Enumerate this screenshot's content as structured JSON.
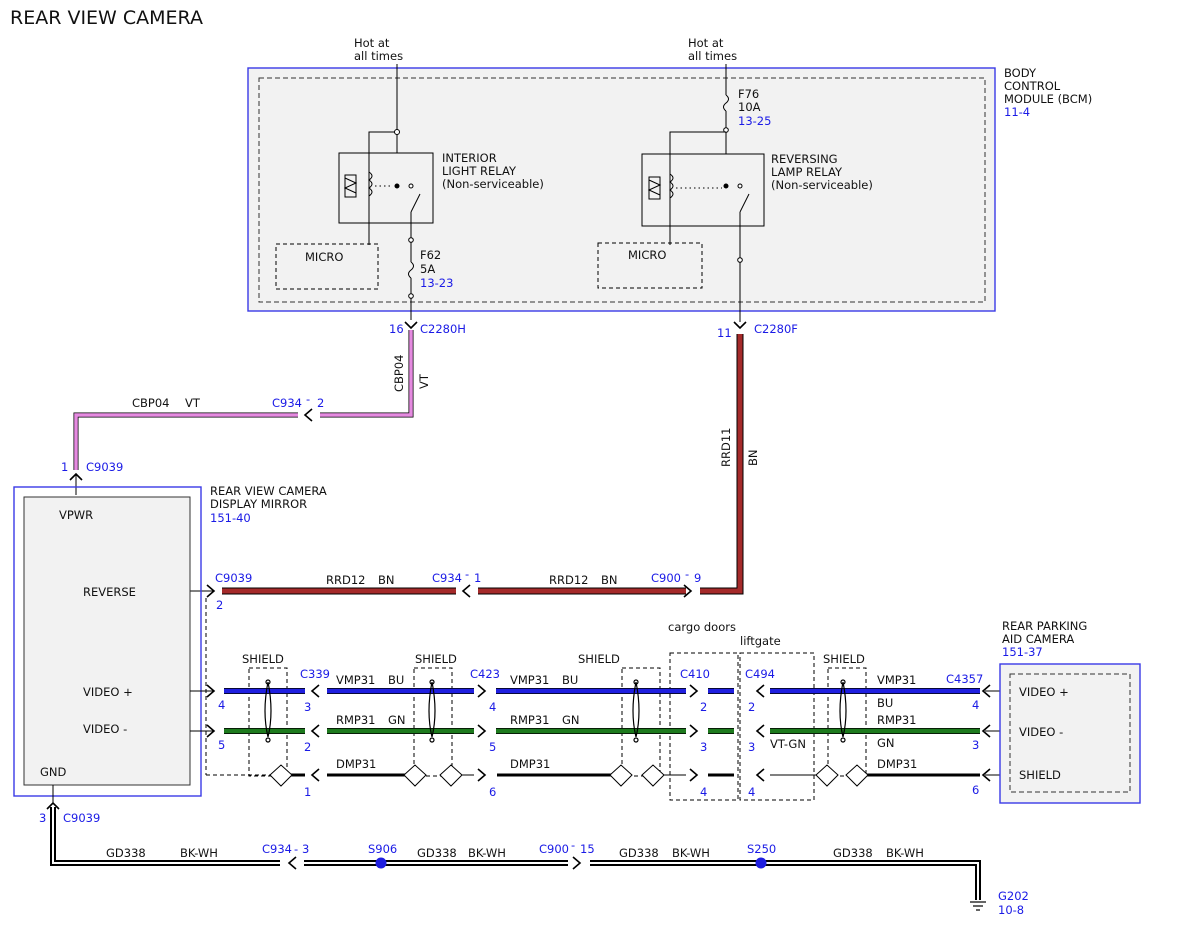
{
  "title": "REAR VIEW CAMERA",
  "hot_label": [
    "Hot at",
    "all times"
  ],
  "bcm": {
    "label": [
      "BODY",
      "CONTROL",
      "MODULE (BCM)"
    ],
    "ref": "11-4"
  },
  "interior_relay": {
    "label": [
      "INTERIOR",
      "LIGHT RELAY",
      "(Non-serviceable)"
    ]
  },
  "reversing_relay": {
    "label": [
      "REVERSING",
      "LAMP RELAY",
      "(Non-serviceable)"
    ]
  },
  "micro": "MICRO",
  "fuse_f76": {
    "name": "F76",
    "rating": "10A",
    "ref": "13-25"
  },
  "fuse_f62": {
    "name": "F62",
    "rating": "5A",
    "ref": "13-23"
  },
  "pins": {
    "c2280h_pin": "16",
    "c2280h": "C2280H",
    "c2280f_pin": "11",
    "c2280f": "C2280F",
    "c934_2": "C934",
    "c934_2_dash": "-",
    "c934_2_pin": "2",
    "c9039_1_pin": "1",
    "c9039_1": "C9039",
    "c9039_2": "C9039",
    "c9039_2_pin": "2",
    "c934_1": "C934",
    "c934_1_dash": "-",
    "c934_1_pin": "1",
    "c900_9": "C900",
    "c900_9_dash": "-",
    "c900_9_pin": "9",
    "c339": "C339",
    "c423": "C423",
    "c410": "C410",
    "c494": "C494",
    "c4357": "C4357",
    "c9039_3_pin": "3",
    "c9039_3": "C9039",
    "c934_3": "C934",
    "c934_3_dash": "-",
    "c934_3_pin": "3",
    "c900_15": "C900",
    "c900_15_dash": "-",
    "c900_15_pin": "15",
    "s906": "S906",
    "s250": "S250",
    "n4": "4",
    "n5": "5",
    "n3": "3",
    "n2": "2",
    "n1": "1",
    "n6": "6"
  },
  "wires": {
    "cbp04": "CBP04",
    "vt": "VT",
    "rrd11": "RRD11",
    "rrd12": "RRD12",
    "bn": "BN",
    "vmp31": "VMP31",
    "bu": "BU",
    "rmp31": "RMP31",
    "gn": "GN",
    "vtgn": "VT-GN",
    "dmp31": "DMP31",
    "gd338": "GD338",
    "bkwh": "BK-WH"
  },
  "mirror": {
    "label": [
      "REAR VIEW CAMERA",
      "DISPLAY MIRROR"
    ],
    "ref": "151-40",
    "vpwr": "VPWR",
    "reverse": "REVERSE",
    "video_pos": "VIDEO +",
    "video_neg": "VIDEO -",
    "gnd": "GND"
  },
  "camera": {
    "label": [
      "REAR PARKING",
      "AID CAMERA"
    ],
    "ref": "151-37",
    "video_pos": "VIDEO +",
    "video_neg": "VIDEO -",
    "shield": "SHIELD"
  },
  "shield": "SHIELD",
  "cargo_doors": "cargo doors",
  "liftgate": "liftgate",
  "ground": {
    "name": "G202",
    "ref": "10-8"
  },
  "colors": {
    "vt": "#e58ae0",
    "bn": "#a52a2a",
    "bu": "#1f1fe0",
    "gn": "#1d7a1d",
    "module_blue": "#3a3ae6",
    "text_blue": "#1a1ae6"
  }
}
